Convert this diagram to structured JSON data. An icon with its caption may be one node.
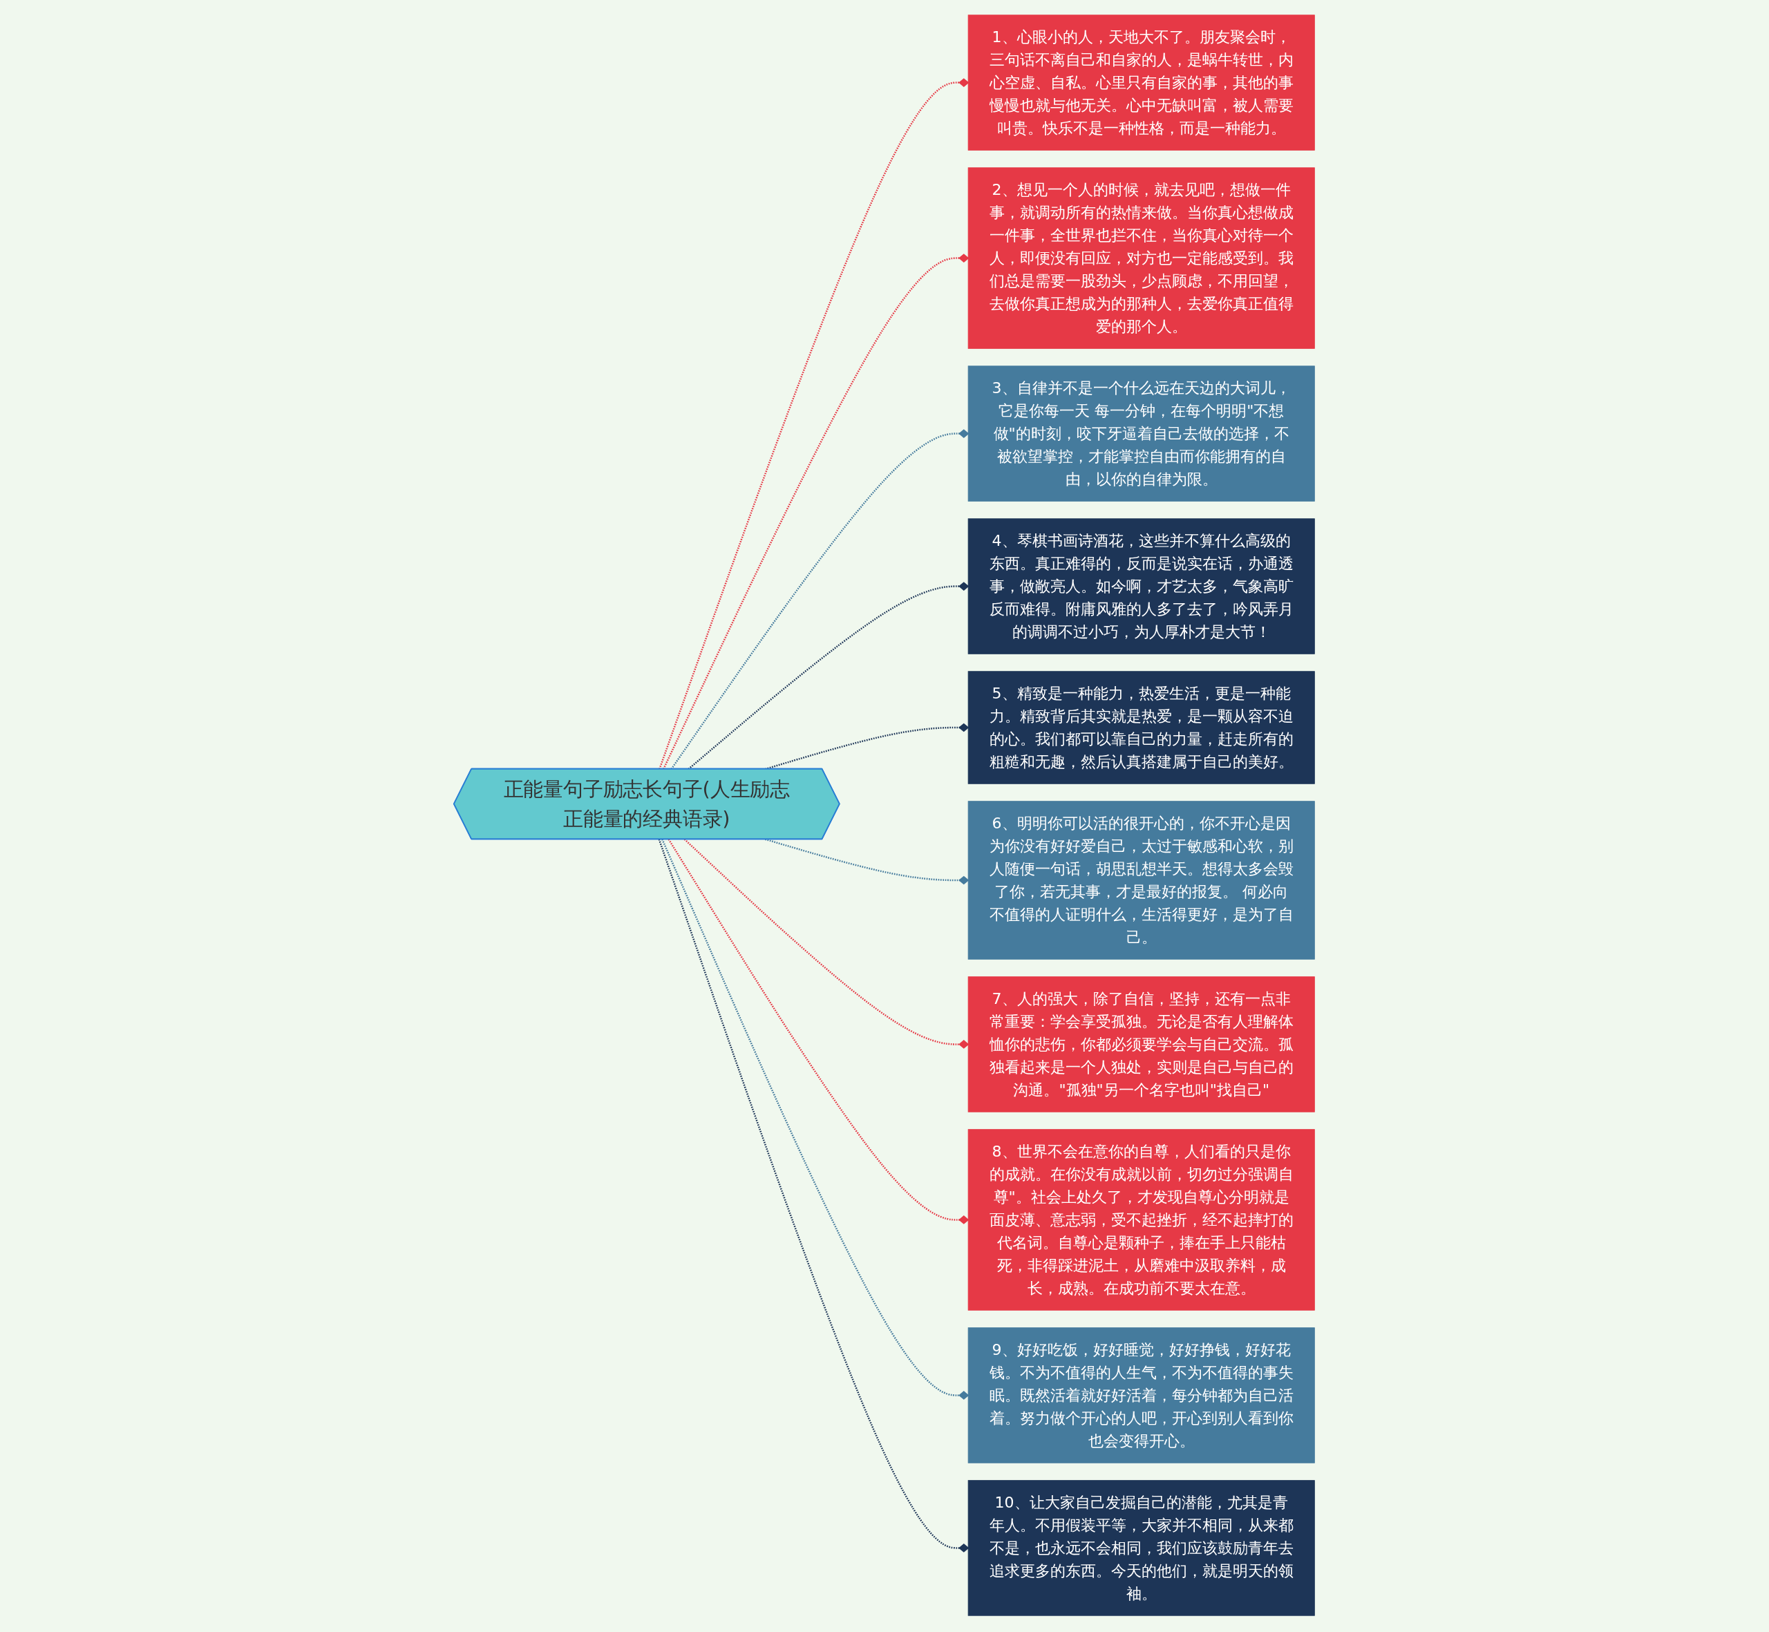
{
  "diagram": {
    "nodes": [
      {
        "text": [
          "正能量句子励志长句子(人生励志正能量的经典语录)"
        ]
      },
      {
        "text": [
          "1、心眼小的人，天地大不了。朋友聚会时，三句话不离自己和自家的人，是蜗牛转世，内心空虚、自私。心里只有自家的事，其他的事慢慢也就与他无关。心中无缺叫富，被人需要叫贵。快乐不是一种性格，而是一种能力。"
        ]
      },
      {
        "text": [
          "2、想见一个人的时候，就去见吧，想做一件事，就调动所有的热情来做。当你真心想做成一件事，全世界也拦不住，当你真心对待一个人，即便没有回应，对方也一定能感受到。我们总是需要一股劲头，少点顾虑，不用回望，去做你真正想成为的那种人，去爱你真正值得爱的那个人。"
        ]
      },
      {
        "text": [
          "3、自律并不是一个什么远在天边的大词儿，它是你每一天 每一分钟，在每个明明\"不想做\"的时刻，咬下牙逼着自己去做的选择，不被欲望掌控，才能掌控自由而你能拥有的自由，以你的自律为限。"
        ]
      },
      {
        "text": [
          "4、琴棋书画诗酒花，这些并不算什么高级的东西。真正难得的，反而是说实在话，办通透事，做敞亮人。如今啊，才艺太多，气象高旷反而难得。附庸风雅的人多了去了，吟风弄月的调调不过小巧，为人厚朴才是大节！"
        ]
      },
      {
        "text": [
          "5、精致是一种能力，热爱生活，更是一种能力。精致背后其实就是热爱，是一颗从容不迫的心。我们都可以靠自己的力量，赶走所有的粗糙和无趣，然后认真搭建属于自己的美好。"
        ]
      },
      {
        "text": [
          "6、明明你可以活的很开心的，你不开心是因为你没有好好爱自己，太过于敏感和心软，别人随便一句话，胡思乱想半天。想得太多会毁了你，若无其事，才是最好的报复。 何必向不值得的人证明什么，生活得更好，是为了自己。"
        ]
      },
      {
        "text": [
          "7、人的强大，除了自信，坚持，还有一点非常重要：学会享受孤独。无论是否有人理解体恤你的悲伤，你都必须要学会与自己交流。孤独看起来是一个人独处，实则是自己与自己的沟通。\"孤独\"另一个名字也叫\"找自己\""
        ]
      },
      {
        "text": [
          "8、世界不会在意你的自尊，人们看的只是你的成就。在你没有成就以前，切勿过分强调自尊\"。社会上处久了，才发现自尊心分明就是面皮薄、意志弱，受不起挫折，经不起摔打的代名词。自尊心是颗种子，捧在手上只能枯死，非得踩进泥土，从磨难中汲取养料，成长，成熟。在成功前不要太在意。"
        ]
      },
      {
        "text": [
          "9、好好吃饭，好好睡觉，好好挣钱，好好花钱。不为不值得的人生气，不为不值得的事失眠。既然活着就好好活着，每分钟都为自己活着。努力做个开心的人吧，开心到别人看到你也会变得开心。"
        ]
      },
      {
        "text": [
          "10、让大家自己发掘自己的潜能，尤其是青年人。不用假装平等，大家并不相同，从来都不是，也永远不会相同，我们应该鼓励青年去追求更多的东西。今天的他们，就是明天的领袖。"
        ]
      }
    ],
    "edges": [
      {
        "from": 0,
        "to": 1,
        "arrow": "other",
        "style": "dashed"
      },
      {
        "from": 0,
        "to": 2,
        "arrow": "other",
        "style": "dashed"
      },
      {
        "from": 0,
        "to": 3,
        "arrow": "other",
        "style": "dashed",
        "color": "#457b9d"
      },
      {
        "from": 0,
        "to": 4,
        "arrow": "other",
        "style": "dashed",
        "color": "#1d3557"
      },
      {
        "from": 0,
        "to": 5,
        "arrow": "other",
        "style": "dashed",
        "color": "#1d3557"
      },
      {
        "from": 0,
        "to": 6,
        "arrow": "other",
        "style": "dashed",
        "color": "#457b9d"
      },
      {
        "from": 0,
        "to": 7,
        "arrow": "other",
        "style": "dashed"
      },
      {
        "from": 0,
        "to": 8,
        "arrow": "other",
        "style": "dashed"
      },
      {
        "from": 0,
        "to": 9,
        "arrow": "other",
        "style": "dashed",
        "color": "#457b9d"
      },
      {
        "from": 0,
        "to": 10,
        "arrow": "other",
        "style": "dashed",
        "color": "#1d3557"
      }
    ]
  }
}
